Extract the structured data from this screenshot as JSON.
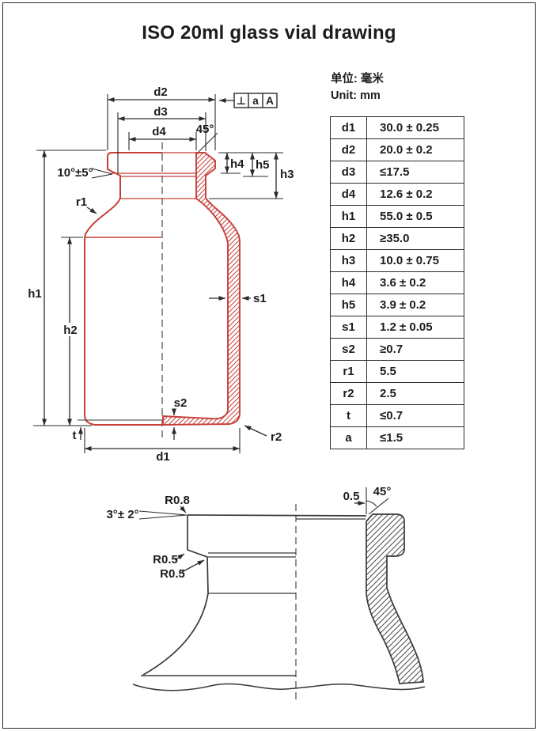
{
  "page": {
    "title": "ISO 20ml glass vial drawing"
  },
  "units": {
    "cn": "单位: 毫米",
    "en": "Unit: mm"
  },
  "fcf": {
    "symbol": "⊥",
    "tolerance": "a",
    "datum": "A"
  },
  "spec_table": {
    "rows": [
      {
        "key": "d1",
        "value": "30.0 ± 0.25"
      },
      {
        "key": "d2",
        "value": "20.0 ± 0.2"
      },
      {
        "key": "d3",
        "value": "≤17.5"
      },
      {
        "key": "d4",
        "value": "12.6 ± 0.2"
      },
      {
        "key": "h1",
        "value": "55.0 ± 0.5"
      },
      {
        "key": "h2",
        "value": "≥35.0"
      },
      {
        "key": "h3",
        "value": "10.0 ± 0.75"
      },
      {
        "key": "h4",
        "value": "3.6 ± 0.2"
      },
      {
        "key": "h5",
        "value": "3.9 ± 0.2"
      },
      {
        "key": "s1",
        "value": "1.2 ± 0.05"
      },
      {
        "key": "s2",
        "value": "≥0.7"
      },
      {
        "key": "r1",
        "value": "5.5"
      },
      {
        "key": "r2",
        "value": "2.5"
      },
      {
        "key": "t",
        "value": "≤0.7"
      },
      {
        "key": "a",
        "value": "≤1.5"
      }
    ]
  },
  "main_labels": {
    "d1": "d1",
    "d2": "d2",
    "d3": "d3",
    "d4": "d4",
    "h1": "h1",
    "h2": "h2",
    "h3": "h3",
    "h4": "h4",
    "h5": "h5",
    "s1": "s1",
    "s2": "s2",
    "r1": "r1",
    "r2": "r2",
    "t": "t",
    "angle45": "45°",
    "taper": "10°±5°"
  },
  "detail_labels": {
    "r_top": "R0.8",
    "angle": "3°± 2°",
    "r_mid": "R0.5",
    "r_low": "R0.5",
    "chamfer_w": "0.5",
    "chamfer_a": "45°"
  },
  "colors": {
    "vial_red": "#c5403a",
    "line_black": "#383838",
    "dim_black": "#2a2a2a"
  }
}
